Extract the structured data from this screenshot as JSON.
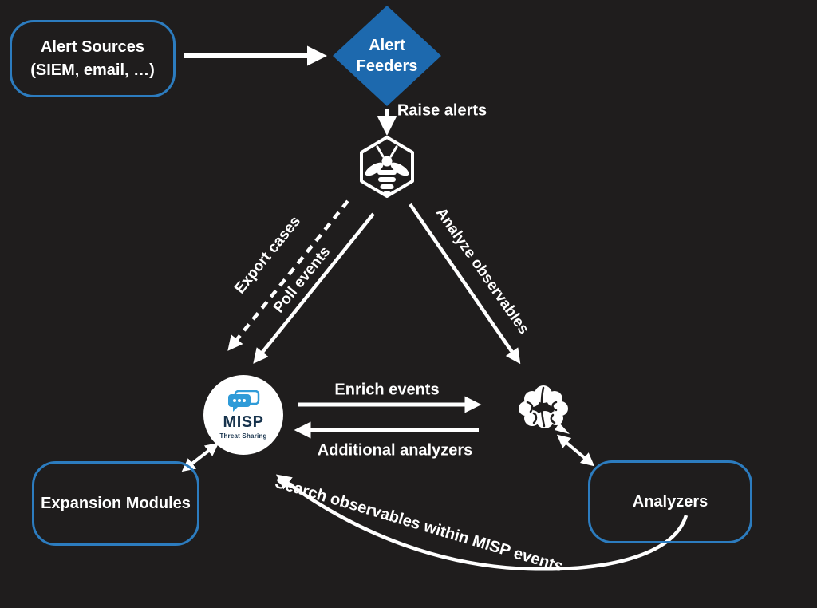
{
  "colors": {
    "background": "#1f1d1d",
    "node_border": "#2c7cbf",
    "diamond_fill": "#1d69ae",
    "arrow": "#ffffff",
    "misp_blue": "#2f9bd8",
    "misp_text": "#16324c"
  },
  "nodes": {
    "alert_sources": {
      "line1": "Alert Sources",
      "line2": "(SIEM, email, …)"
    },
    "alert_feeders": {
      "line1": "Alert",
      "line2": "Feeders"
    },
    "thehive": {
      "icon": "bee-hexagon-icon"
    },
    "cortex": {
      "icon": "brain-icon"
    },
    "misp": {
      "title": "MISP",
      "subtitle": "Threat Sharing",
      "icon": "chat-bubbles-icon"
    },
    "expansion_modules": {
      "label": "Expansion Modules"
    },
    "analyzers": {
      "label": "Analyzers"
    }
  },
  "edges": {
    "raise_alerts": {
      "label": "Raise alerts"
    },
    "export_cases": {
      "label": "Export cases"
    },
    "poll_events": {
      "label": "Poll events"
    },
    "analyze_observables": {
      "label": "Analyze observables"
    },
    "enrich_events": {
      "label": "Enrich events"
    },
    "additional_analyzers": {
      "label": "Additional analyzers"
    },
    "search_observables": {
      "label": "Search observables within MISP events"
    }
  }
}
